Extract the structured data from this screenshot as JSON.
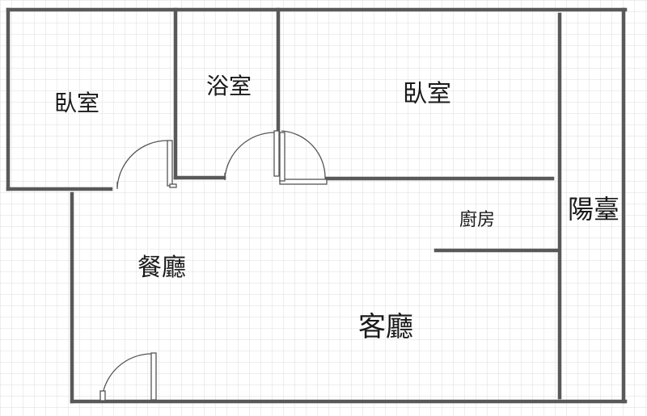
{
  "rooms": {
    "bedroom_left": "臥室",
    "bathroom": "浴室",
    "bedroom_right": "臥室",
    "kitchen": "廚房",
    "balcony": "陽臺",
    "dining_room": "餐廳",
    "living_room": "客廳"
  },
  "colors": {
    "wall": "#595959",
    "grid": "#dcdcdc",
    "text": "#1a1a1a"
  }
}
